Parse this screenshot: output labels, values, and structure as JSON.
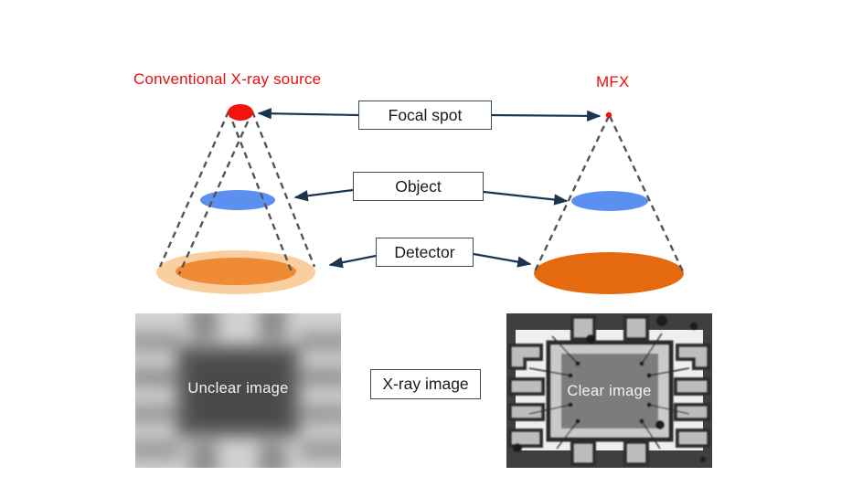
{
  "sources": {
    "conventional": "Conventional X-ray source",
    "mfx": "MFX"
  },
  "labels": {
    "focal_spot": "Focal spot",
    "object": "Object",
    "detector": "Detector",
    "xray_image": "X-ray image"
  },
  "images": {
    "unclear": "Unclear image",
    "clear": "Clear image"
  },
  "colors": {
    "title_red": "#e8100c",
    "object_blue": "#5b8ff0",
    "detector_orange": "#e4690f",
    "penumbra_orange": "#f9cfa0",
    "arrow_navy": "#1b3551"
  }
}
